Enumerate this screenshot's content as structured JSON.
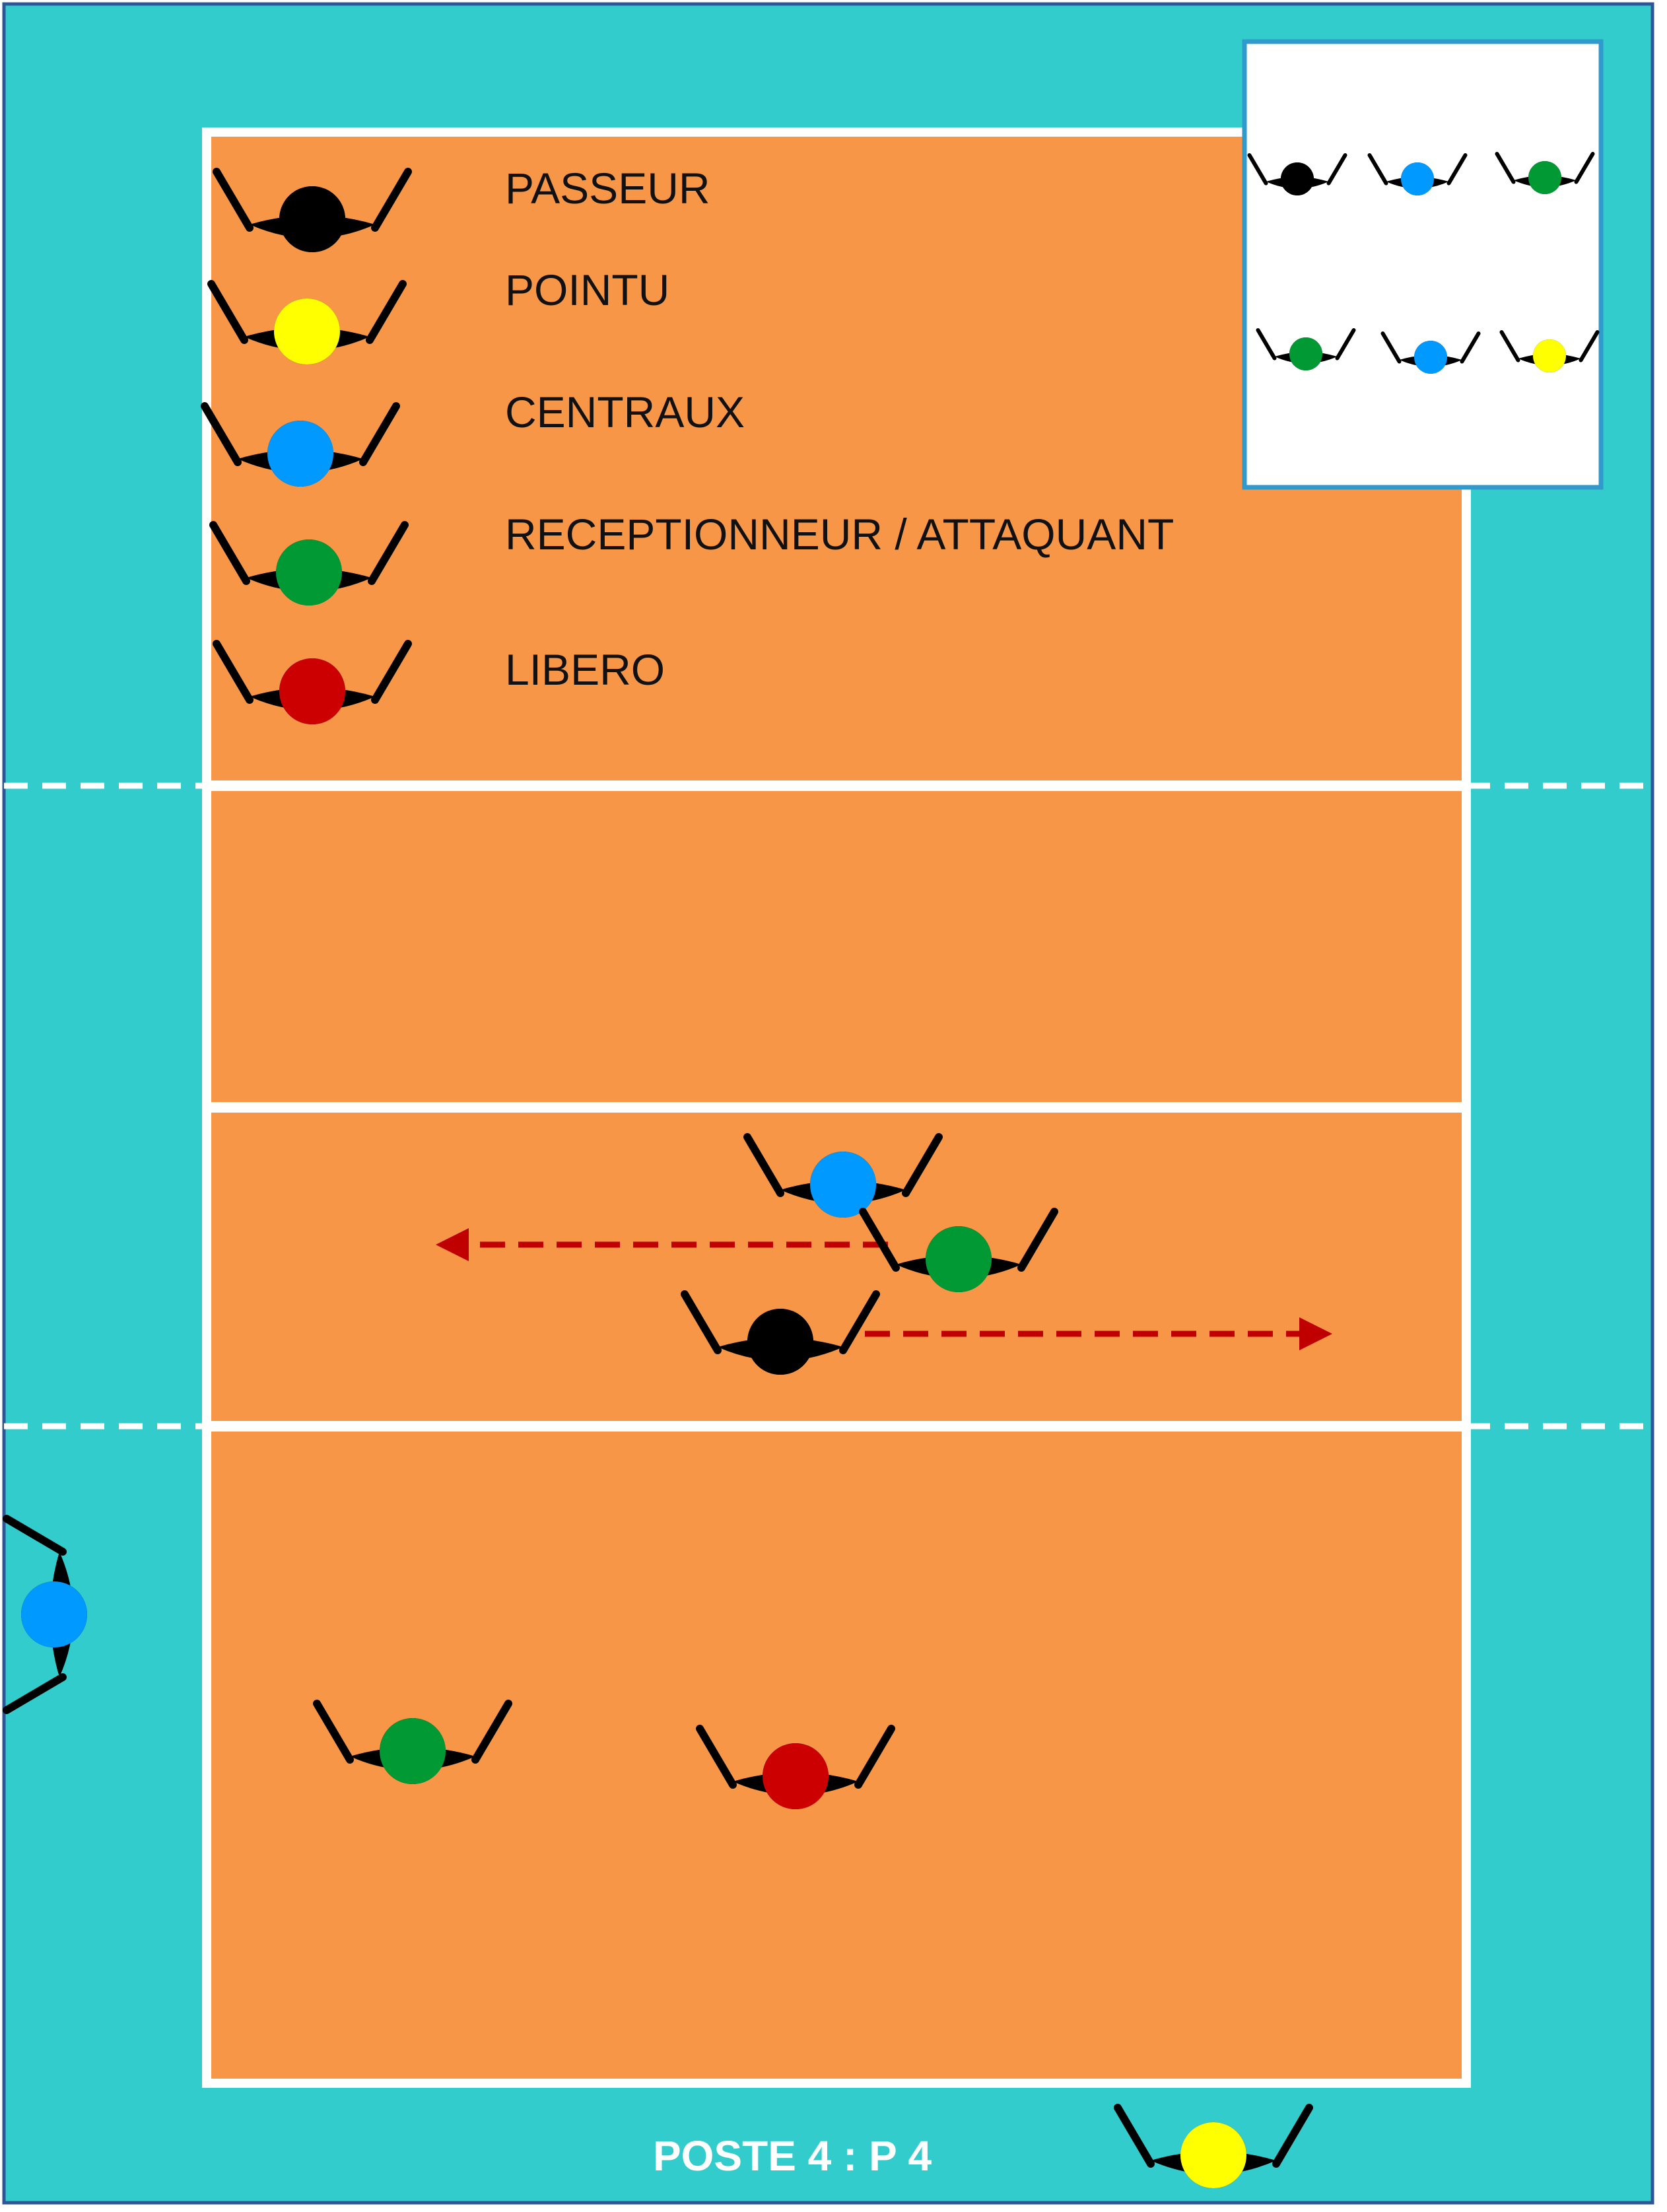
{
  "colors": {
    "outer_area": "#33cccc",
    "court": "#f79646",
    "lines": "#ffffff",
    "arrow": "#c00000",
    "passeur": "#000000",
    "pointu": "#ffff00",
    "centraux": "#0099ff",
    "receptionneur": "#009933",
    "libero": "#cc0000"
  },
  "legend": [
    {
      "role": "passeur",
      "label": "PASSEUR"
    },
    {
      "role": "pointu",
      "label": "POINTU"
    },
    {
      "role": "centraux",
      "label": "CENTRAUX"
    },
    {
      "role": "receptionneur",
      "label": "RECEPTIONNEUR / ATTAQUANT"
    },
    {
      "role": "libero",
      "label": "LIBERO"
    }
  ],
  "rotation_inset": {
    "rows": [
      [
        "passeur",
        "centraux",
        "receptionneur"
      ],
      [
        "receptionneur",
        "centraux",
        "pointu"
      ]
    ]
  },
  "caption": "POSTE 4 : P 4",
  "players_on_court": [
    "centraux",
    "receptionneur",
    "passeur",
    "receptionneur",
    "libero"
  ],
  "players_off_court": [
    "centraux",
    "pointu"
  ],
  "movement_arrows": [
    {
      "from_role": "receptionneur",
      "direction": "left",
      "style": "dashed"
    },
    {
      "from_role": "passeur",
      "direction": "right",
      "style": "dashed"
    }
  ]
}
